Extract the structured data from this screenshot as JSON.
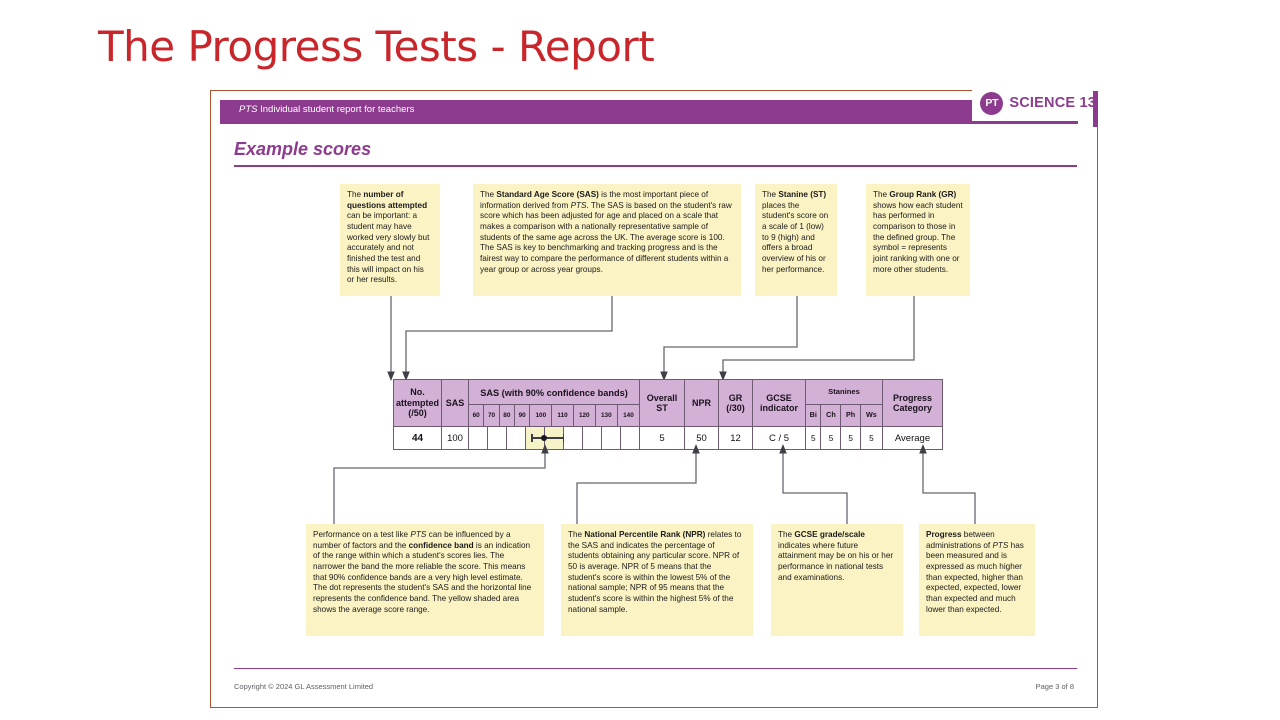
{
  "slide": {
    "title": "The Progress Tests - Report"
  },
  "report": {
    "header": {
      "label_italic": "PTS",
      "label_rest": " Individual student report for teachers",
      "brand_badge": "PT",
      "brand_name": "SCIENCE 13"
    },
    "section_title": "Example scores",
    "footer": {
      "copyright": "Copyright © 2024 GL Assessment Limited",
      "page": "Page 3 of 8"
    }
  },
  "notes_top": [
    {
      "id": "note-questions-attempted",
      "html": "The <b>number of questions attempted</b> can be important: a student may have worked very slowly but accurately and not finished the test and this will impact on his or her results."
    },
    {
      "id": "note-standard-age-score",
      "html": "The <b>Standard Age Score (SAS)</b> is the most important piece of information derived from <i>PTS</i>. The SAS is based on the student's raw score which has been adjusted for age and placed on a scale that makes a comparison with a nationally representative sample of students of the same age across the UK. The average score is 100. The SAS is key to benchmarking and tracking progress and is the fairest way to compare the performance of different students within a year group or across year groups."
    },
    {
      "id": "note-stanine",
      "html": "The <b>Stanine (ST)</b> places the student's score on a scale of 1 (low) to 9 (high) and offers a broad overview of his or her performance."
    },
    {
      "id": "note-group-rank",
      "html": "The <b>Group Rank (GR)</b> shows how each student has performed in comparison to those in the defined group. The symbol = represents joint ranking with one or more other students."
    }
  ],
  "notes_bottom": [
    {
      "id": "note-confidence-band",
      "html": "Performance on a test like <i>PTS</i> can be influenced by a number of factors and the <b>confidence band</b> is an indication of the range within which a student's scores lies. The narrower the band the more reliable the score. This means that 90% confidence bands are a very high level estimate. The dot represents the student's SAS and the horizontal line represents the confidence band. The yellow shaded area shows the average score range."
    },
    {
      "id": "note-national-percentile-rank",
      "html": "The <b>National Percentile Rank (NPR)</b> relates to the SAS and indicates the percentage of students obtaining any particular score. NPR of 50 is average. NPR of 5 means that the student's score is within the lowest 5% of the national sample; NPR of 95 means that the student's score is within the highest 5% of the national sample."
    },
    {
      "id": "note-gcse-grade",
      "html": "The <b>GCSE grade/scale</b> indicates where future attainment may be on his or her performance in national tests and examinations."
    },
    {
      "id": "note-progress",
      "html": "<b>Progress</b> between administrations of <i>PTS</i> has been measured and is expressed as much higher than expected, higher than expected, expected, lower than expected and much lower than expected."
    }
  ],
  "table": {
    "headers": {
      "no_attempted": "No. attempted (/50)",
      "sas": "SAS",
      "sas_scale": "SAS (with 90% confidence bands)",
      "overall_st": "Overall ST",
      "npr": "NPR",
      "gr": "GR (/30)",
      "gcse_indicator": "GCSE indicator",
      "stanines": "Stanines",
      "progress_category": "Progress Category"
    },
    "stanine_subheaders": [
      "Bi",
      "Ch",
      "Ph",
      "Ws"
    ],
    "scale_ticks": [
      "60",
      "70",
      "80",
      "90",
      "100",
      "110",
      "120",
      "130",
      "140"
    ],
    "row": {
      "no_attempted": "44",
      "sas": "100",
      "overall_st": "5",
      "npr": "50",
      "gr": "12",
      "gcse_indicator": "C / 5",
      "stanines": [
        "5",
        "5",
        "5",
        "5"
      ],
      "progress_category": "Average"
    }
  },
  "chart_data": {
    "type": "bar",
    "title": "SAS (with 90% confidence bands)",
    "xlabel": "Standard Age Score",
    "ylabel": "",
    "xlim": [
      55,
      145
    ],
    "ticks": [
      60,
      70,
      80,
      90,
      100,
      110,
      120,
      130,
      140
    ],
    "average_band": [
      90,
      110
    ],
    "point_value": 100,
    "confidence_interval": [
      93,
      107
    ],
    "grid": true,
    "legend": "none"
  },
  "colors": {
    "title_red": "#c9262c",
    "brand_purple": "#8d3b8e",
    "frame_brown": "#b4512f",
    "table_header": "#d3b0d6",
    "note_yellow": "#fbf3c4",
    "band_yellow": "#f7f3c8",
    "connector_grey": "#666670"
  }
}
